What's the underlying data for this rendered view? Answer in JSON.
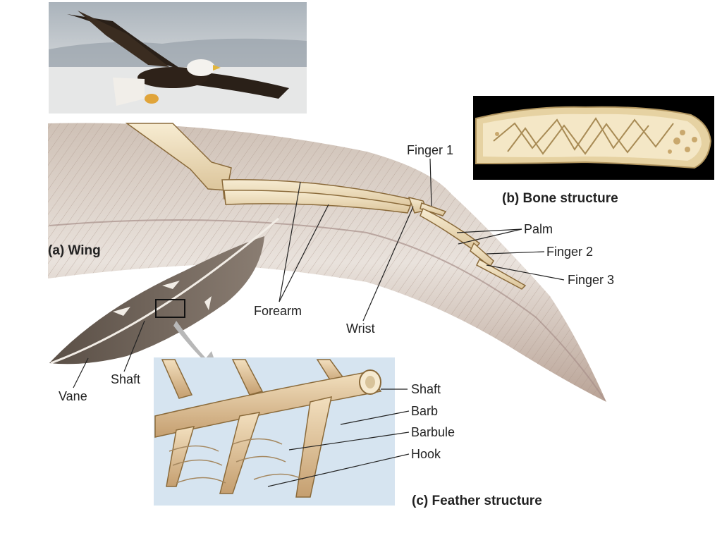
{
  "captions": {
    "wing": "(a) Wing",
    "bone": "(b) Bone structure",
    "feather": "(c) Feather structure"
  },
  "labels": {
    "finger1": "Finger 1",
    "palm": "Palm",
    "finger2": "Finger 2",
    "finger3": "Finger 3",
    "forearm": "Forearm",
    "wrist": "Wrist",
    "shaft": "Shaft",
    "vane": "Vane",
    "shaft_detail": "Shaft",
    "barb": "Barb",
    "barbule": "Barbule",
    "hook": "Hook"
  },
  "colors": {
    "bone": "#efe0bf",
    "bone_outline": "#8a6a3a",
    "feather": "#6e6256",
    "wing_pink": "#c9b8ad",
    "detail_bg": "#d6e4f0"
  }
}
